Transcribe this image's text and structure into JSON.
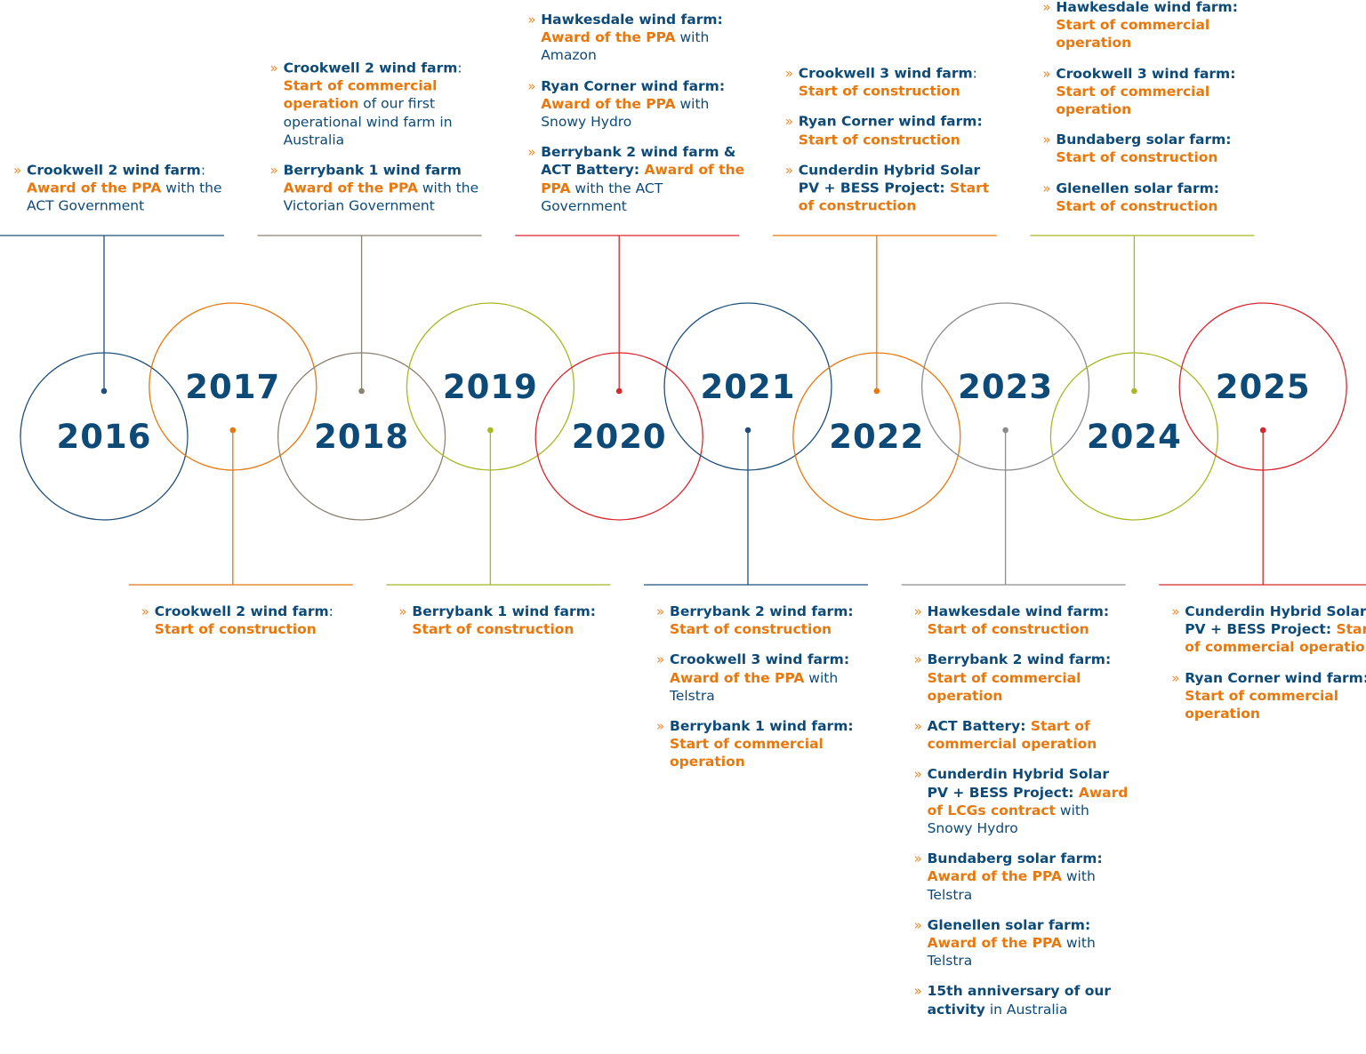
{
  "colors": {
    "navy": "#1f4f7a",
    "orange": "#e8780e",
    "taupe": "#8a8170",
    "lime": "#a8b820",
    "red": "#d9262e",
    "gray": "#8c8c8c",
    "text_navy": "#0d4a78"
  },
  "years": [
    {
      "year": "2016",
      "color": "navy",
      "position": "top",
      "items": [
        [
          {
            "t": "Crookwell 2 wind farm",
            "s": "b"
          },
          {
            "t": ": ",
            "s": "r"
          },
          {
            "t": "Award of the PPA",
            "s": "o"
          },
          {
            "t": " with the ACT Government",
            "s": "r"
          }
        ]
      ]
    },
    {
      "year": "2017",
      "color": "orange",
      "position": "bottom",
      "items": [
        [
          {
            "t": "Crookwell 2 wind farm",
            "s": "b"
          },
          {
            "t": ": ",
            "s": "r"
          },
          {
            "t": "Start of construction",
            "s": "o"
          }
        ]
      ]
    },
    {
      "year": "2018",
      "color": "taupe",
      "position": "top",
      "items": [
        [
          {
            "t": "Crookwell 2 wind farm",
            "s": "b"
          },
          {
            "t": ": ",
            "s": "r"
          },
          {
            "t": "Start of commercial operation",
            "s": "o"
          },
          {
            "t": " of our first operational wind farm in Australia",
            "s": "r"
          }
        ],
        [
          {
            "t": "Berrybank 1 wind farm ",
            "s": "b"
          },
          {
            "t": "Award of the PPA",
            "s": "o"
          },
          {
            "t": " with the Victorian Government",
            "s": "r"
          }
        ]
      ]
    },
    {
      "year": "2019",
      "color": "lime",
      "position": "bottom",
      "items": [
        [
          {
            "t": "Berrybank 1 wind farm: ",
            "s": "b"
          },
          {
            "t": "Start of construction",
            "s": "o"
          }
        ]
      ]
    },
    {
      "year": "2020",
      "color": "red",
      "position": "top",
      "items": [
        [
          {
            "t": "Hawkesdale wind farm: ",
            "s": "b"
          },
          {
            "t": "Award of the PPA",
            "s": "o"
          },
          {
            "t": " with Amazon",
            "s": "r"
          }
        ],
        [
          {
            "t": "Ryan Corner wind farm: ",
            "s": "b"
          },
          {
            "t": "Award of the PPA",
            "s": "o"
          },
          {
            "t": " with Snowy Hydro",
            "s": "r"
          }
        ],
        [
          {
            "t": "Berrybank 2 wind farm & ACT Battery: ",
            "s": "b"
          },
          {
            "t": "Award of the PPA",
            "s": "o"
          },
          {
            "t": " with the ACT Government",
            "s": "r"
          }
        ]
      ]
    },
    {
      "year": "2021",
      "color": "navy",
      "position": "bottom",
      "items": [
        [
          {
            "t": "Berrybank 2 wind farm: ",
            "s": "b"
          },
          {
            "t": "Start of construction",
            "s": "o"
          }
        ],
        [
          {
            "t": "Crookwell 3 wind farm: ",
            "s": "b"
          },
          {
            "t": "Award of the PPA",
            "s": "o"
          },
          {
            "t": " with Telstra",
            "s": "r"
          }
        ],
        [
          {
            "t": "Berrybank 1 wind farm: ",
            "s": "b"
          },
          {
            "t": "Start of commercial operation",
            "s": "o"
          }
        ]
      ]
    },
    {
      "year": "2022",
      "color": "orange",
      "position": "top",
      "items": [
        [
          {
            "t": "Crookwell 3 wind farm",
            "s": "b"
          },
          {
            "t": ": ",
            "s": "r"
          },
          {
            "t": "Start of construction",
            "s": "o"
          }
        ],
        [
          {
            "t": "Ryan Corner wind farm: ",
            "s": "b"
          },
          {
            "t": "Start of construction",
            "s": "o"
          }
        ],
        [
          {
            "t": "Cunderdin Hybrid Solar PV + BESS Project: ",
            "s": "b"
          },
          {
            "t": "Start of construction",
            "s": "o"
          }
        ]
      ]
    },
    {
      "year": "2023",
      "color": "gray",
      "position": "bottom",
      "items": [
        [
          {
            "t": "Hawkesdale wind farm: ",
            "s": "b"
          },
          {
            "t": "Start of construction",
            "s": "o"
          }
        ],
        [
          {
            "t": "Berrybank 2 wind farm: ",
            "s": "b"
          },
          {
            "t": "Start of commercial operation",
            "s": "o"
          }
        ],
        [
          {
            "t": "ACT Battery: ",
            "s": "b"
          },
          {
            "t": "Start of commercial operation",
            "s": "o"
          }
        ],
        [
          {
            "t": "Cunderdin Hybrid Solar PV + BESS Project: ",
            "s": "b"
          },
          {
            "t": "Award of LCGs contract",
            "s": "o"
          },
          {
            "t": " with Snowy Hydro",
            "s": "r"
          }
        ],
        [
          {
            "t": "Bundaberg solar farm: ",
            "s": "b"
          },
          {
            "t": "Award of the PPA",
            "s": "o"
          },
          {
            "t": " with Telstra",
            "s": "r"
          }
        ],
        [
          {
            "t": "Glenellen solar farm: ",
            "s": "b"
          },
          {
            "t": "Award of the PPA",
            "s": "o"
          },
          {
            "t": " with Telstra",
            "s": "r"
          }
        ],
        [
          {
            "t": "15th anniversary of our activity",
            "s": "b"
          },
          {
            "t": " in Australia",
            "s": "r"
          }
        ]
      ]
    },
    {
      "year": "2024",
      "color": "lime",
      "position": "top",
      "items": [
        [
          {
            "t": "Hawkesdale wind farm: ",
            "s": "b"
          },
          {
            "t": "Start of commercial operation",
            "s": "o"
          }
        ],
        [
          {
            "t": "Crookwell 3 wind farm: ",
            "s": "b"
          },
          {
            "t": "Start of commercial operation",
            "s": "o"
          }
        ],
        [
          {
            "t": "Bundaberg solar farm: ",
            "s": "b"
          },
          {
            "t": "Start of construction",
            "s": "o"
          }
        ],
        [
          {
            "t": "Glenellen solar farm: ",
            "s": "b"
          },
          {
            "t": "Start of construction",
            "s": "o"
          }
        ]
      ]
    },
    {
      "year": "2025",
      "color": "red",
      "position": "bottom",
      "items": [
        [
          {
            "t": "Cunderdin Hybrid Solar PV + BESS Project: ",
            "s": "b"
          },
          {
            "t": "Start of commercial operation",
            "s": "o"
          }
        ],
        [
          {
            "t": "Ryan Corner wind farm: ",
            "s": "b"
          },
          {
            "t": "Start of commercial operation",
            "s": "o"
          }
        ]
      ]
    }
  ]
}
